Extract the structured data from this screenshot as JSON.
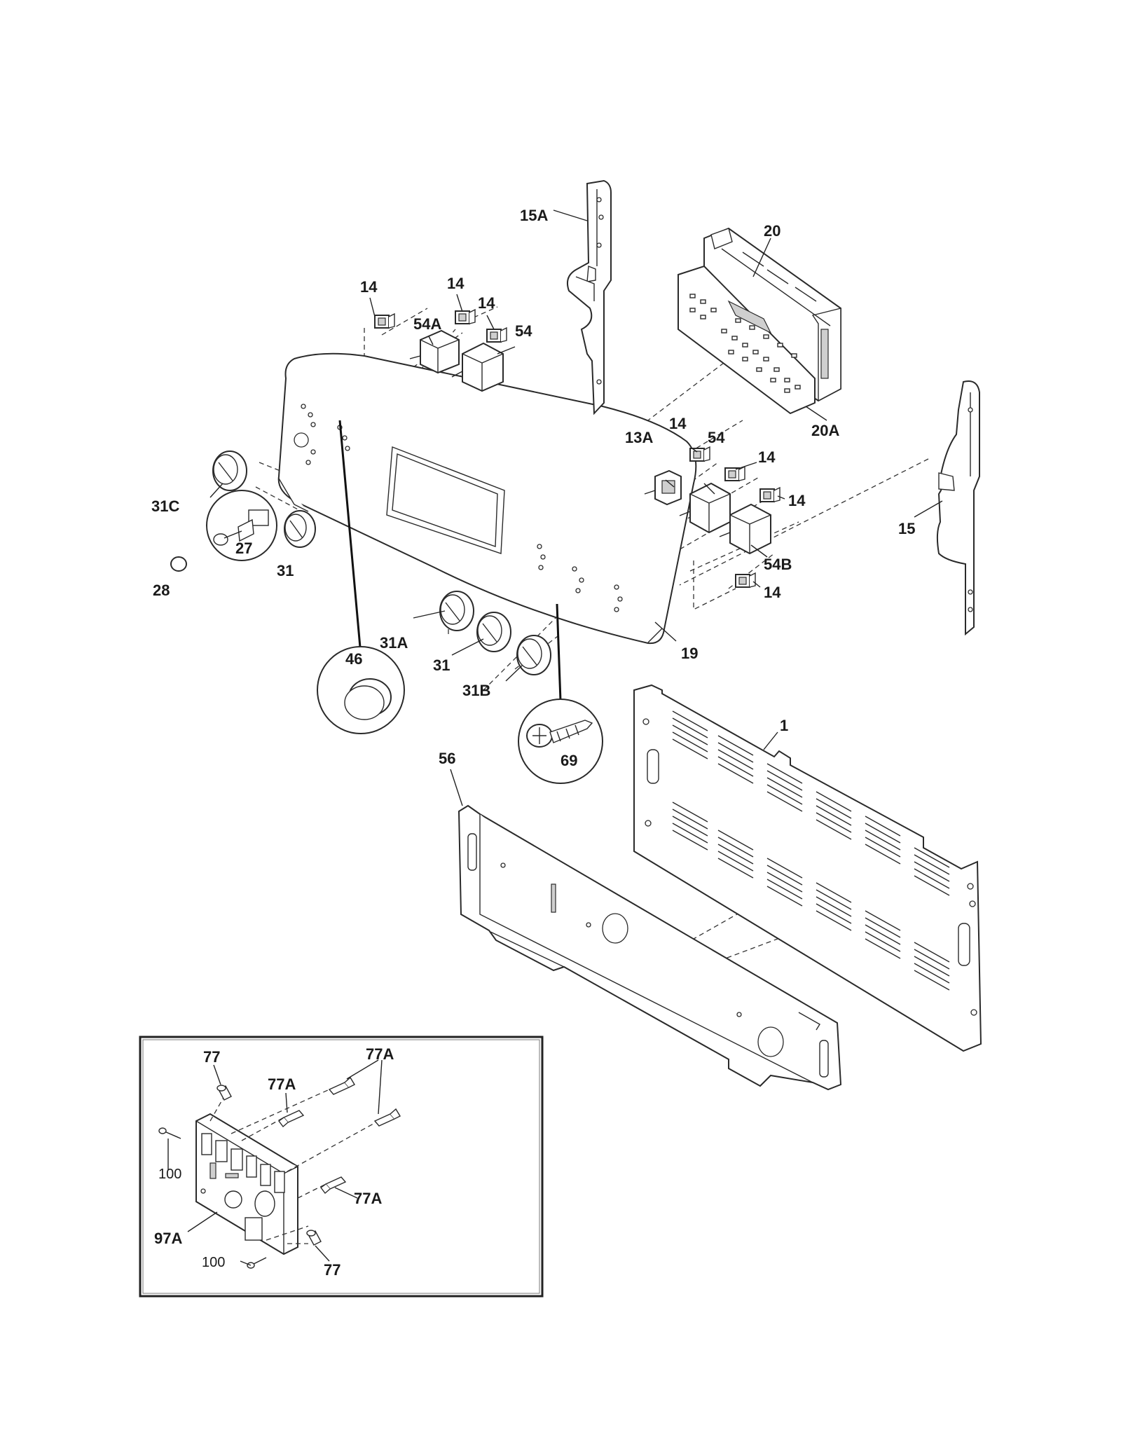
{
  "diagram": {
    "callouts": [
      {
        "id": "15A",
        "label": "15A"
      },
      {
        "id": "20",
        "label": "20"
      },
      {
        "id": "20A",
        "label": "20A"
      },
      {
        "id": "14-a",
        "label": "14"
      },
      {
        "id": "14-b",
        "label": "14"
      },
      {
        "id": "14-c",
        "label": "14"
      },
      {
        "id": "54A",
        "label": "54A"
      },
      {
        "id": "54-top",
        "label": "54"
      },
      {
        "id": "31C",
        "label": "31C"
      },
      {
        "id": "27",
        "label": "27"
      },
      {
        "id": "28",
        "label": "28"
      },
      {
        "id": "31-left",
        "label": "31"
      },
      {
        "id": "13A",
        "label": "13A"
      },
      {
        "id": "14-d",
        "label": "14"
      },
      {
        "id": "54-right",
        "label": "54"
      },
      {
        "id": "14-e",
        "label": "14"
      },
      {
        "id": "14-f",
        "label": "14"
      },
      {
        "id": "54B",
        "label": "54B"
      },
      {
        "id": "14-g",
        "label": "14"
      },
      {
        "id": "15",
        "label": "15"
      },
      {
        "id": "31A",
        "label": "31A"
      },
      {
        "id": "31-mid",
        "label": "31"
      },
      {
        "id": "31B",
        "label": "31B"
      },
      {
        "id": "19",
        "label": "19"
      },
      {
        "id": "46",
        "label": "46"
      },
      {
        "id": "69",
        "label": "69"
      },
      {
        "id": "1",
        "label": "1"
      },
      {
        "id": "56",
        "label": "56"
      }
    ],
    "inset": {
      "callouts": [
        {
          "id": "77-top",
          "label": "77"
        },
        {
          "id": "77A-top",
          "label": "77A"
        },
        {
          "id": "77A-mid",
          "label": "77A"
        },
        {
          "id": "77A-low",
          "label": "77A"
        },
        {
          "id": "100-top",
          "label": "100"
        },
        {
          "id": "97A",
          "label": "97A"
        },
        {
          "id": "100-bot",
          "label": "100"
        },
        {
          "id": "77-bot",
          "label": "77"
        }
      ]
    }
  }
}
